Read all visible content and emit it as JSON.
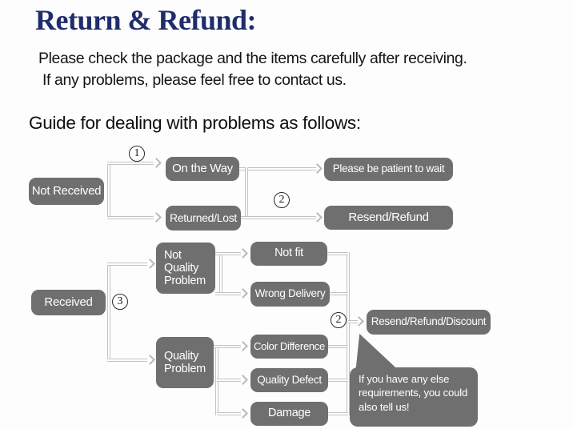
{
  "header": {
    "title": "Return & Refund:",
    "intro_line1": "Please check the package and the items carefully after receiving.",
    "intro_line2": "If any problems, please feel free to contact us.",
    "guide_heading": "Guide for dealing with problems as follows:"
  },
  "flow": {
    "nodes": {
      "not_received": "Not Received",
      "on_the_way": "On the Way",
      "please_wait": "Please be patient to wait",
      "returned_lost": "Returned/Lost",
      "resend_refund": "Resend/Refund",
      "received": "Received",
      "not_quality_problem": "Not Quality Problem",
      "not_fit": "Not fit",
      "wrong_delivery": "Wrong Delivery",
      "quality_problem": "Quality Problem",
      "color_difference": "Color Difference",
      "quality_defect": "Quality Defect",
      "damage": "Damage",
      "resend_refund_discount": "Resend/Refund/Discount"
    },
    "markers": {
      "step1": "1",
      "step2_top": "2",
      "step3": "3",
      "step2_bottom": "2"
    },
    "bubble_text": "If you have any else requirements, you could also tell us!"
  },
  "colors": {
    "title_navy": "#1f2d6c",
    "node_gray": "#6f6f6f",
    "node_text": "#ffffff",
    "connector_gray": "#c3c3c3",
    "body_text": "#141414"
  }
}
